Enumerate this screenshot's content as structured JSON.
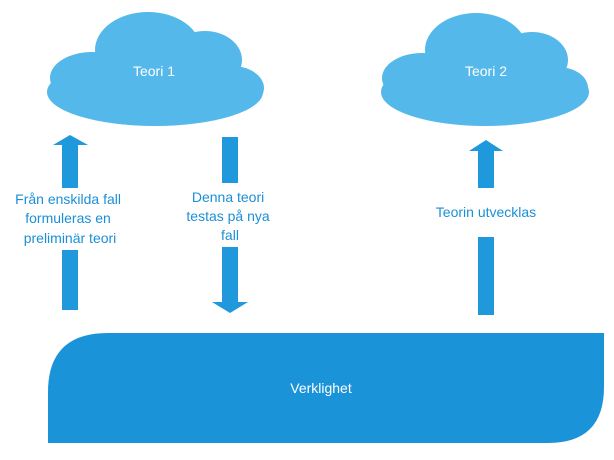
{
  "colors": {
    "cloud": "#55b8ea",
    "arrow": "#1f98dc",
    "ground": "#1a93d8",
    "annotation_text": "#1b8fd6",
    "node_text": "#ffffff",
    "background": "#ffffff"
  },
  "nodes": {
    "cloud_1": {
      "label": "Teori 1"
    },
    "cloud_2": {
      "label": "Teori 2"
    },
    "ground": {
      "label": "Verklighet"
    }
  },
  "edges": {
    "left_up": {
      "direction": "up",
      "label_lines": [
        "Från enskilda fall",
        "formuleras en",
        "preliminär teori"
      ]
    },
    "middle_down": {
      "direction": "down",
      "label_lines": [
        "Denna teori",
        "testas på nya",
        "fall"
      ]
    },
    "right_up": {
      "direction": "up",
      "label_lines": [
        "Teorin utvecklas"
      ]
    }
  }
}
